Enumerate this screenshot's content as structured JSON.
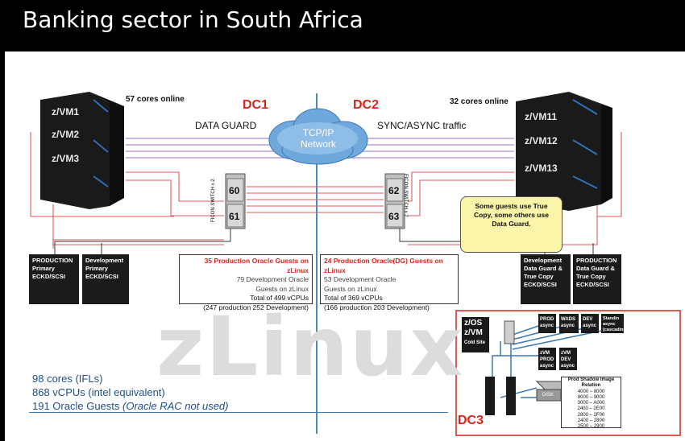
{
  "title": "Banking sector in South Africa",
  "dc1": {
    "label": "DC1",
    "cores": "57 cores online",
    "caption": "DATA GUARD",
    "vms": [
      "z/VM1",
      "z/VM2",
      "z/VM3"
    ],
    "switch_label": "FICON SWITCH x 2",
    "switch_ids": [
      "60",
      "61"
    ]
  },
  "dc2": {
    "label": "DC2",
    "cores": "32 cores online",
    "caption": "SYNC/ASYNC traffic",
    "vms": [
      "z/VM11",
      "z/VM12",
      "z/VM13"
    ],
    "switch_label": "FICON SWITCH x 2",
    "switch_ids": [
      "62",
      "63"
    ]
  },
  "network": {
    "line1": "TCP/IP",
    "line2": "Network"
  },
  "dc1_guests": [
    "35 Production Oracle Guests on zLinux",
    "79 Development Oracle",
    "Guests on zLinux",
    "Total of 499 vCPUs",
    "(247 production 252 Development)"
  ],
  "dc2_guests": [
    "24 Production Oracle(DG) Guests on zLinux",
    "53 Development Oracle",
    "Guests on zLinux",
    "Total of 369 vCPUs",
    "(166 production 203 Development)"
  ],
  "storage_dc1": [
    {
      "lines": [
        "PRODUCTION",
        "Primary",
        "ECKD/SCSI"
      ]
    },
    {
      "lines": [
        "Development",
        "Primary",
        "ECKD/SCSI"
      ]
    }
  ],
  "storage_dc2": [
    {
      "lines": [
        "Development",
        "Data Guard &",
        "True Copy",
        "ECKD/SCSI"
      ]
    },
    {
      "lines": [
        "PRODUCTION",
        "Data Guard &",
        "True Copy",
        "ECKD/SCSI"
      ]
    }
  ],
  "note": {
    "lines": [
      "Some guests use True",
      "Copy, some others use",
      "Data Guard."
    ]
  },
  "watermark": "zLinux",
  "summary": {
    "line1": "98 cores (IFLs)",
    "line2": "868 vCPUs (intel equivalent)",
    "line3_prefix": "191 Oracle Guests ",
    "line3_italic": "(Oracle RAC not used)"
  },
  "dc3": {
    "label": "DC3",
    "zos": "z/OS",
    "zvm": "z/VM",
    "cold_site": "Cold Site",
    "boxes": [
      {
        "l1": "PROD",
        "l2": "async"
      },
      {
        "l1": "WADS",
        "l2": "async"
      },
      {
        "l1": "DEV",
        "l2": "async"
      },
      {
        "l1": "Standin",
        "l2": "async",
        "l3": "(cascading)"
      }
    ],
    "boxes2": [
      {
        "l1": "zVM",
        "l2": "PROD",
        "l3": "async"
      },
      {
        "l1": "zVM",
        "l2": "DEV",
        "l3": "async"
      }
    ],
    "disk": "DISK",
    "table_title": "Prod Shadow Image Relation",
    "table_rows": [
      "4000 – 8000",
      "8000 – 9000",
      "3000 – A000",
      "2400 – 2E00",
      "2800 – 2F00",
      "2400 – 2800",
      "2500 – 2900"
    ]
  }
}
